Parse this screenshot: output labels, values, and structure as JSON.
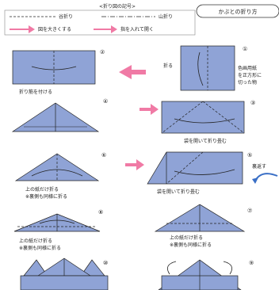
{
  "legend": {
    "heading": "<折り図の記号>",
    "valley": "谷折り",
    "mountain": "山折り",
    "enlarge": "図を大きくする",
    "insert_open": "指を入れて開く",
    "tab_title": "かぶとの折り方"
  },
  "steps": [
    {
      "num": "①",
      "caption": "折る",
      "side_note": [
        "色画用紙",
        "を正方形に",
        "切った物"
      ]
    },
    {
      "num": "②",
      "caption": "折り筋を付ける"
    },
    {
      "num": "③",
      "caption": "袋を開いて折り畳む"
    },
    {
      "num": "④",
      "caption": ""
    },
    {
      "num": "⑤",
      "caption": "袋を開いて折り畳む",
      "side_note": [
        "裏返す"
      ]
    },
    {
      "num": "⑥",
      "caption": [
        "上の紙だけ折る",
        "※裏側も同様に折る"
      ]
    },
    {
      "num": "⑦",
      "caption": [
        "上の紙だけ折る",
        "※裏側も同様に折る"
      ]
    },
    {
      "num": "⑧",
      "caption": [
        "上の紙だけ折る",
        "※裏側も同様に折る"
      ]
    },
    {
      "num": "⑨",
      "caption": ""
    },
    {
      "num": "⑩",
      "caption": ""
    }
  ],
  "colors": {
    "paper": "#8fa3d6",
    "paper_dark": "#6f86c4",
    "pink": "#f07aa5",
    "blue": "#3a6fc6",
    "line": "#222222"
  }
}
